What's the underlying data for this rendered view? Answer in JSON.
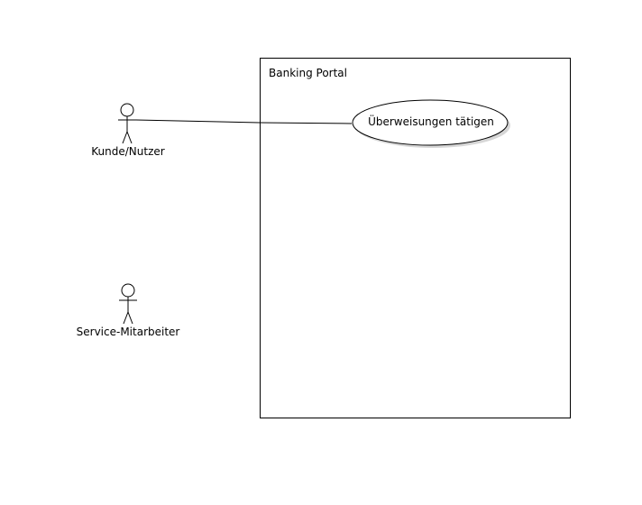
{
  "diagram": {
    "type": "use-case",
    "system_boundary": {
      "title": "Banking Portal"
    },
    "actors": [
      {
        "name": "Kunde/Nutzer"
      },
      {
        "name": "Service-Mitarbeiter"
      }
    ],
    "use_cases": [
      {
        "name": "Überweisungen tätigen"
      }
    ],
    "associations": [
      {
        "from": "Kunde/Nutzer",
        "to": "Überweisungen tätigen"
      }
    ],
    "colors": {
      "stroke": "#000000",
      "background": "#ffffff"
    }
  }
}
